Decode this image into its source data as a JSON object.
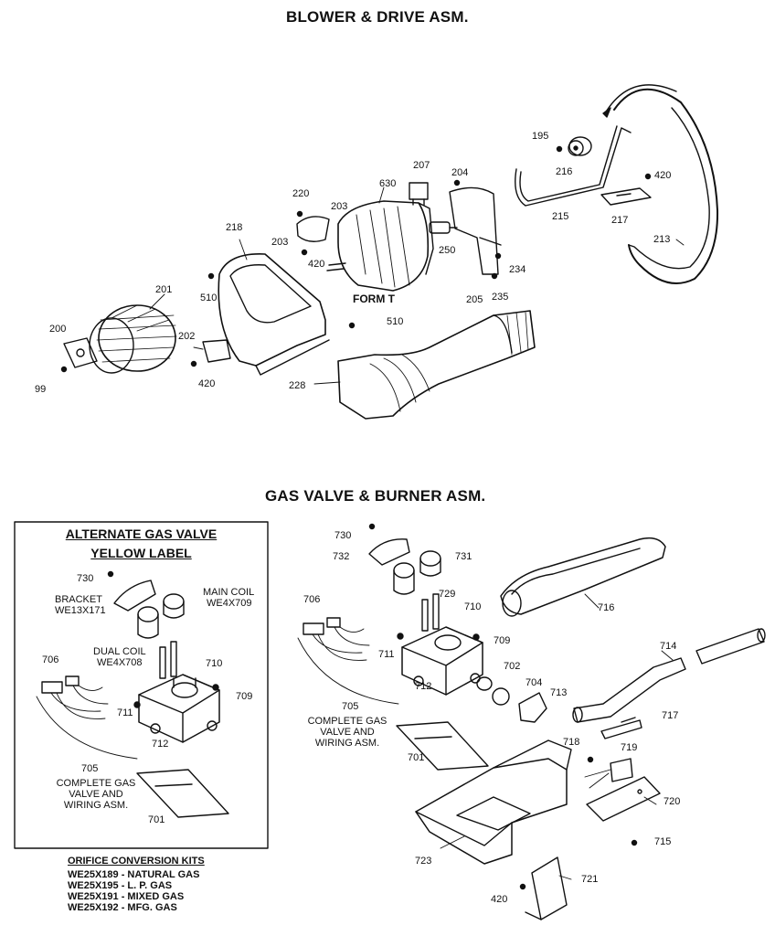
{
  "titles": {
    "blower": "BLOWER & DRIVE ASM.",
    "gasvalve": "GAS VALVE & BURNER ASM."
  },
  "blower_labels": {
    "l195": "195",
    "l216": "216",
    "l420a": "420",
    "l207": "207",
    "l204": "204",
    "l630": "630",
    "l220": "220",
    "l203a": "203",
    "l203b": "203",
    "l420b": "420",
    "l250": "250",
    "l218": "218",
    "l234": "234",
    "l215": "215",
    "l217": "217",
    "l213": "213",
    "l201": "201",
    "l510a": "510",
    "form": "FORM T",
    "l205": "205",
    "l235": "235",
    "l510b": "510",
    "l200": "200",
    "l202": "202",
    "l99": "99",
    "l420c": "420",
    "l228": "228"
  },
  "alt_box": {
    "title1": "ALTERNATE GAS VALVE",
    "title2": "YELLOW LABEL",
    "l730": "730",
    "bracket": "BRACKET",
    "bracket_no": "WE13X171",
    "maincoil": "MAIN COIL",
    "maincoil_no": "WE4X709",
    "dualcoil": "DUAL COIL",
    "dualcoil_no": "WE4X708",
    "l706": "706",
    "l710": "710",
    "l709": "709",
    "l711": "711",
    "l712": "712",
    "l705": "705",
    "complete1": "COMPLETE GAS",
    "complete2": "VALVE AND",
    "complete3": "WIRING ASM.",
    "l701": "701"
  },
  "kits": {
    "heading": "ORIFICE CONVERSION KITS",
    "items": [
      "WE25X189 - NATURAL GAS",
      "WE25X195 - L. P. GAS",
      "WE25X191 - MIXED GAS",
      "WE25X192 - MFG. GAS"
    ]
  },
  "burner_labels": {
    "l730": "730",
    "l732": "732",
    "l731": "731",
    "l729": "729",
    "l716": "716",
    "l706": "706",
    "l710": "710",
    "l709": "709",
    "l711": "711",
    "l712": "712",
    "l702": "702",
    "l704": "704",
    "l713": "713",
    "l714": "714",
    "l717": "717",
    "l705": "705",
    "complete1": "COMPLETE GAS",
    "complete2": "VALVE AND",
    "complete3": "WIRING ASM.",
    "l701": "701",
    "l718": "718",
    "l719": "719",
    "l720": "720",
    "l723": "723",
    "l715": "715",
    "l420": "420",
    "l721": "721"
  }
}
